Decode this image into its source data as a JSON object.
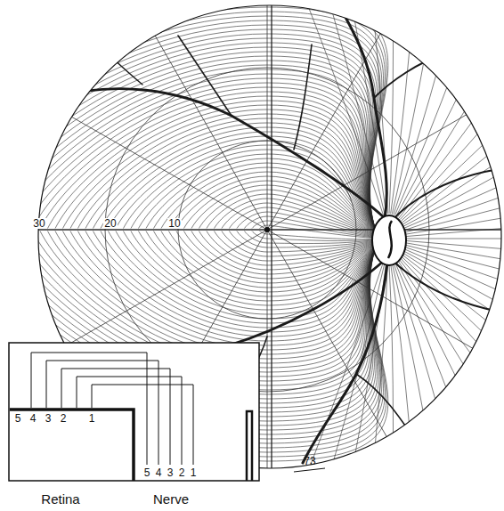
{
  "diagram": {
    "labels": [
      "30",
      "20",
      "10",
      "73",
      "5",
      "4",
      "3",
      "2",
      "1",
      "5",
      "4",
      "3",
      "2",
      "1",
      "Retina",
      "Nerve"
    ]
  }
}
